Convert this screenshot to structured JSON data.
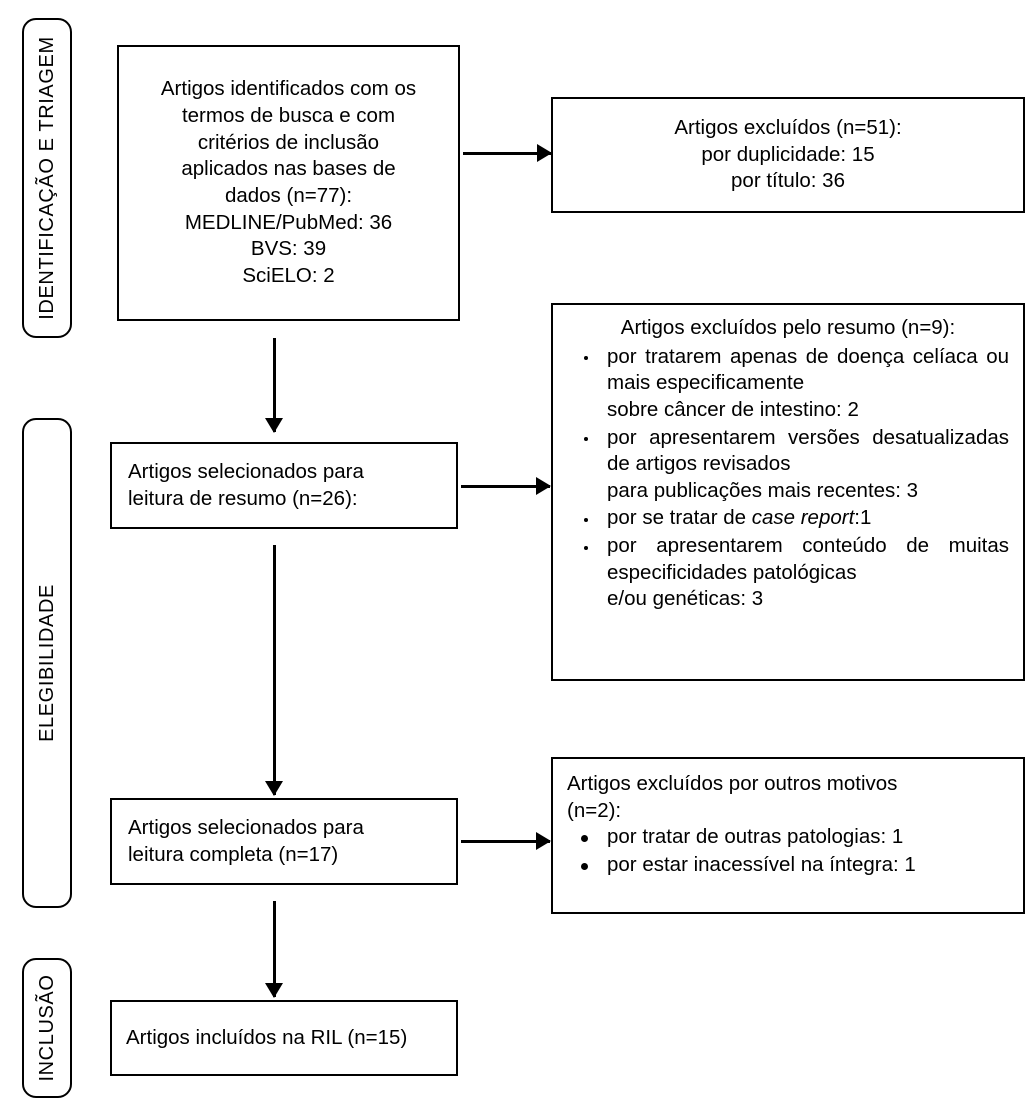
{
  "stages": [
    {
      "id": "identification",
      "label": "IDENTIFICAÇÃO E TRIAGEM"
    },
    {
      "id": "eligibility",
      "label": "ELEGIBILIDADE"
    },
    {
      "id": "inclusion",
      "label": "INCLUSÃO"
    }
  ],
  "boxes": {
    "identified": {
      "lines": [
        "Artigos identificados com os",
        "termos de busca e com",
        "critérios de inclusão",
        "aplicados nas bases de",
        "dados (n=77):",
        "MEDLINE/PubMed: 36",
        "BVS: 39",
        "SciELO: 2"
      ]
    },
    "excluded_screening": {
      "lines": [
        "Artigos excluídos (n=51):",
        "por duplicidade: 15",
        "por título: 36"
      ]
    },
    "selected_abstract": {
      "lines": [
        "Artigos selecionados para",
        "leitura de resumo (n=26):"
      ]
    },
    "excluded_abstract": {
      "title": "Artigos excluídos pelo resumo (n=9):",
      "items": [
        {
          "body": "por tratarem apenas de doença celíaca ou mais especificamente",
          "tail": "sobre câncer de intestino: 2"
        },
        {
          "body": "por apresentarem versões desatualizadas de artigos revisados",
          "tail": "para publicações mais recentes: 3"
        },
        {
          "prefix": "por se tratar de ",
          "italic": "case report",
          "suffix": ":1"
        },
        {
          "body": "por apresentarem conteúdo de muitas especificidades patológicas",
          "tail": "e/ou  genéticas: 3"
        }
      ]
    },
    "selected_full": {
      "lines": [
        "Artigos selecionados para",
        "leitura completa (n=17)"
      ]
    },
    "excluded_other": {
      "title_line1": "Artigos excluídos por outros motivos",
      "title_line2": "(n=2):",
      "items": [
        "por tratar de outras patologias: 1",
        "por estar inacessível na íntegra: 1"
      ]
    },
    "included": {
      "lines": [
        "Artigos incluídos na RIL (n=15)"
      ]
    }
  },
  "arrows": [
    {
      "id": "identified-to-excluded-screening",
      "direction": "right"
    },
    {
      "id": "identified-to-selected-abstract",
      "direction": "down"
    },
    {
      "id": "selected-abstract-to-excluded-abstract",
      "direction": "right"
    },
    {
      "id": "selected-abstract-to-selected-full",
      "direction": "down"
    },
    {
      "id": "selected-full-to-excluded-other",
      "direction": "right"
    },
    {
      "id": "selected-full-to-included",
      "direction": "down"
    }
  ],
  "colors": {
    "stroke": "#000000",
    "background": "#ffffff",
    "text": "#000000"
  }
}
